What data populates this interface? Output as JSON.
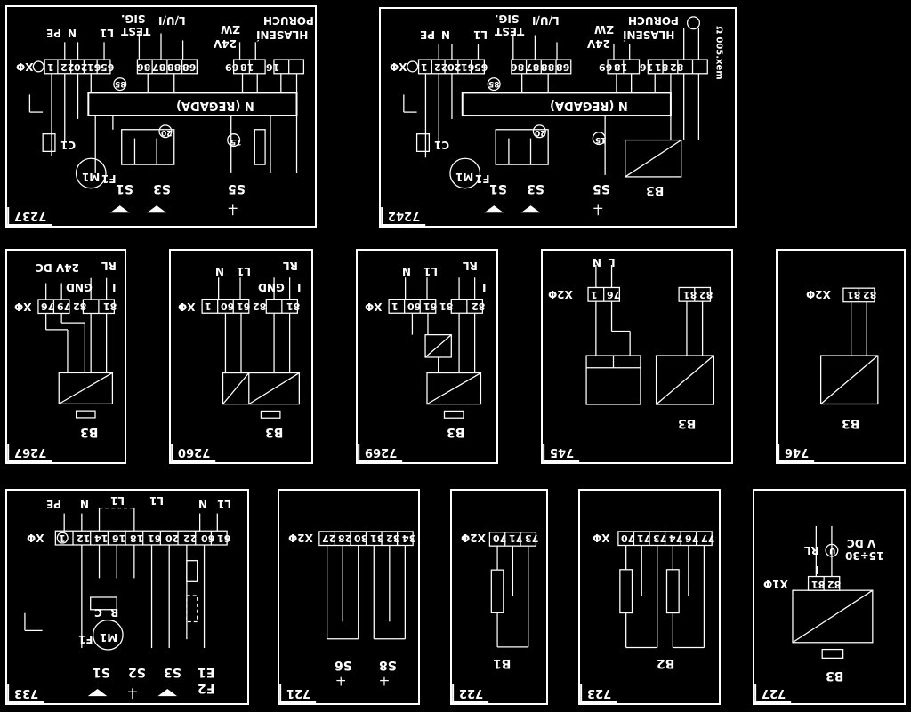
{
  "panels": [
    {
      "id": "p1",
      "tag": "7237",
      "labels": {
        "terminal": "XΦ",
        "pe": "PE",
        "n": "N",
        "l1": "L1",
        "sig": "SIG.",
        "test": "TEST",
        "lui": "L/U/I",
        "v24": "24V",
        "zw": "ZW",
        "porucha": "PORUCH",
        "hlaseni": "HLASENÍ",
        "regada": "N (REGADA)",
        "c1": "C1",
        "m1": "M1",
        "f1": "F1",
        "s1": "S1",
        "s3": "S3",
        "s5": "S5",
        "c85": "85",
        "c20": "20",
        "c15": "15"
      },
      "terminals": [
        "1",
        "22",
        "20",
        "61",
        "65",
        "86",
        "87",
        "88",
        "68",
        "69",
        "18",
        "16"
      ]
    },
    {
      "id": "p2",
      "tag": "7242",
      "labels": {
        "terminal": "XΦ",
        "pe": "PE",
        "n": "N",
        "l1": "L1",
        "sig": "SIG.",
        "test": "TEST",
        "lui": "L/U/I",
        "v24": "24V",
        "zw": "ZW",
        "porucha": "PORUCH",
        "hlaseni": "HLASENÍ",
        "regada": "N (REGADA)",
        "c1": "C1",
        "m1": "M1",
        "f1": "F1",
        "s1": "S1",
        "s3": "S3",
        "s5": "S5",
        "b3": "B3",
        "ohm": "Ω 005.xem",
        "c85": "85",
        "c20": "20",
        "c15": "15"
      },
      "terminals": [
        "1",
        "22",
        "20",
        "61",
        "65",
        "86",
        "87",
        "88",
        "68",
        "69",
        "18",
        "16",
        "81",
        "82"
      ]
    },
    {
      "id": "p3",
      "tag": "7267",
      "labels": {
        "terminal": "XΦ",
        "v24dc": "24V DC",
        "gnd": "GND",
        "rl": "RL",
        "i": "I",
        "b3": "B3"
      },
      "terminals": [
        "76",
        "79",
        "82",
        "81"
      ]
    },
    {
      "id": "p4",
      "tag": "7260",
      "labels": {
        "terminal": "XΦ",
        "n": "N",
        "l1": "L1",
        "gnd": "GND",
        "rl": "RL",
        "i": "I",
        "b3": "B3"
      },
      "terminals": [
        "1",
        "60",
        "61",
        "82",
        "81"
      ]
    },
    {
      "id": "p5",
      "tag": "7269",
      "labels": {
        "terminal": "XΦ",
        "n": "N",
        "l1": "L1",
        "rl": "RL",
        "i": "I",
        "b3": "B3"
      },
      "terminals": [
        "1",
        "60",
        "61",
        "81",
        "82"
      ]
    },
    {
      "id": "p6",
      "tag": "745",
      "labels": {
        "terminal": "X2Φ",
        "n": "N",
        "l": "L",
        "b3": "B3"
      },
      "terminals": [
        "1",
        "76",
        "81",
        "82"
      ]
    },
    {
      "id": "p7",
      "tag": "746",
      "labels": {
        "terminal": "X2Φ",
        "b3": "B3"
      },
      "terminals": [
        "81",
        "82"
      ]
    },
    {
      "id": "p8",
      "tag": "733",
      "labels": {
        "terminal": "XΦ",
        "pe": "PE",
        "n": "N",
        "l1": "L1",
        "l1b": "L1",
        "n2": "N",
        "l1c": "L1",
        "c": "C",
        "r": "R",
        "m1": "M1",
        "f1": "F1",
        "s1": "S1",
        "s2": "S2",
        "s3": "S3",
        "e1": "E1",
        "f2": "F2"
      },
      "terminals": [
        "1",
        "12",
        "14",
        "16",
        "18",
        "61",
        "20",
        "22",
        "60",
        "61"
      ]
    },
    {
      "id": "p9",
      "tag": "721",
      "labels": {
        "terminal": "X2Φ",
        "s6": "S6",
        "s8": "S8"
      },
      "terminals": [
        "27",
        "28",
        "30",
        "31",
        "32",
        "34"
      ]
    },
    {
      "id": "p10",
      "tag": "722",
      "labels": {
        "terminal": "X2Φ",
        "b1": "B1"
      },
      "terminals": [
        "70",
        "71",
        "73"
      ]
    },
    {
      "id": "p11",
      "tag": "723",
      "labels": {
        "terminal": "XΦ",
        "b2": "B2"
      },
      "terminals": [
        "70",
        "71",
        "73",
        "74",
        "76",
        "77"
      ]
    },
    {
      "id": "p12",
      "tag": "727",
      "labels": {
        "terminal": "X1Φ",
        "rl": "RL",
        "i": "I",
        "u": "U",
        "vdc": "V DC",
        "range": "15÷30",
        "b3": "B3"
      },
      "terminals": [
        "81",
        "82"
      ]
    }
  ]
}
